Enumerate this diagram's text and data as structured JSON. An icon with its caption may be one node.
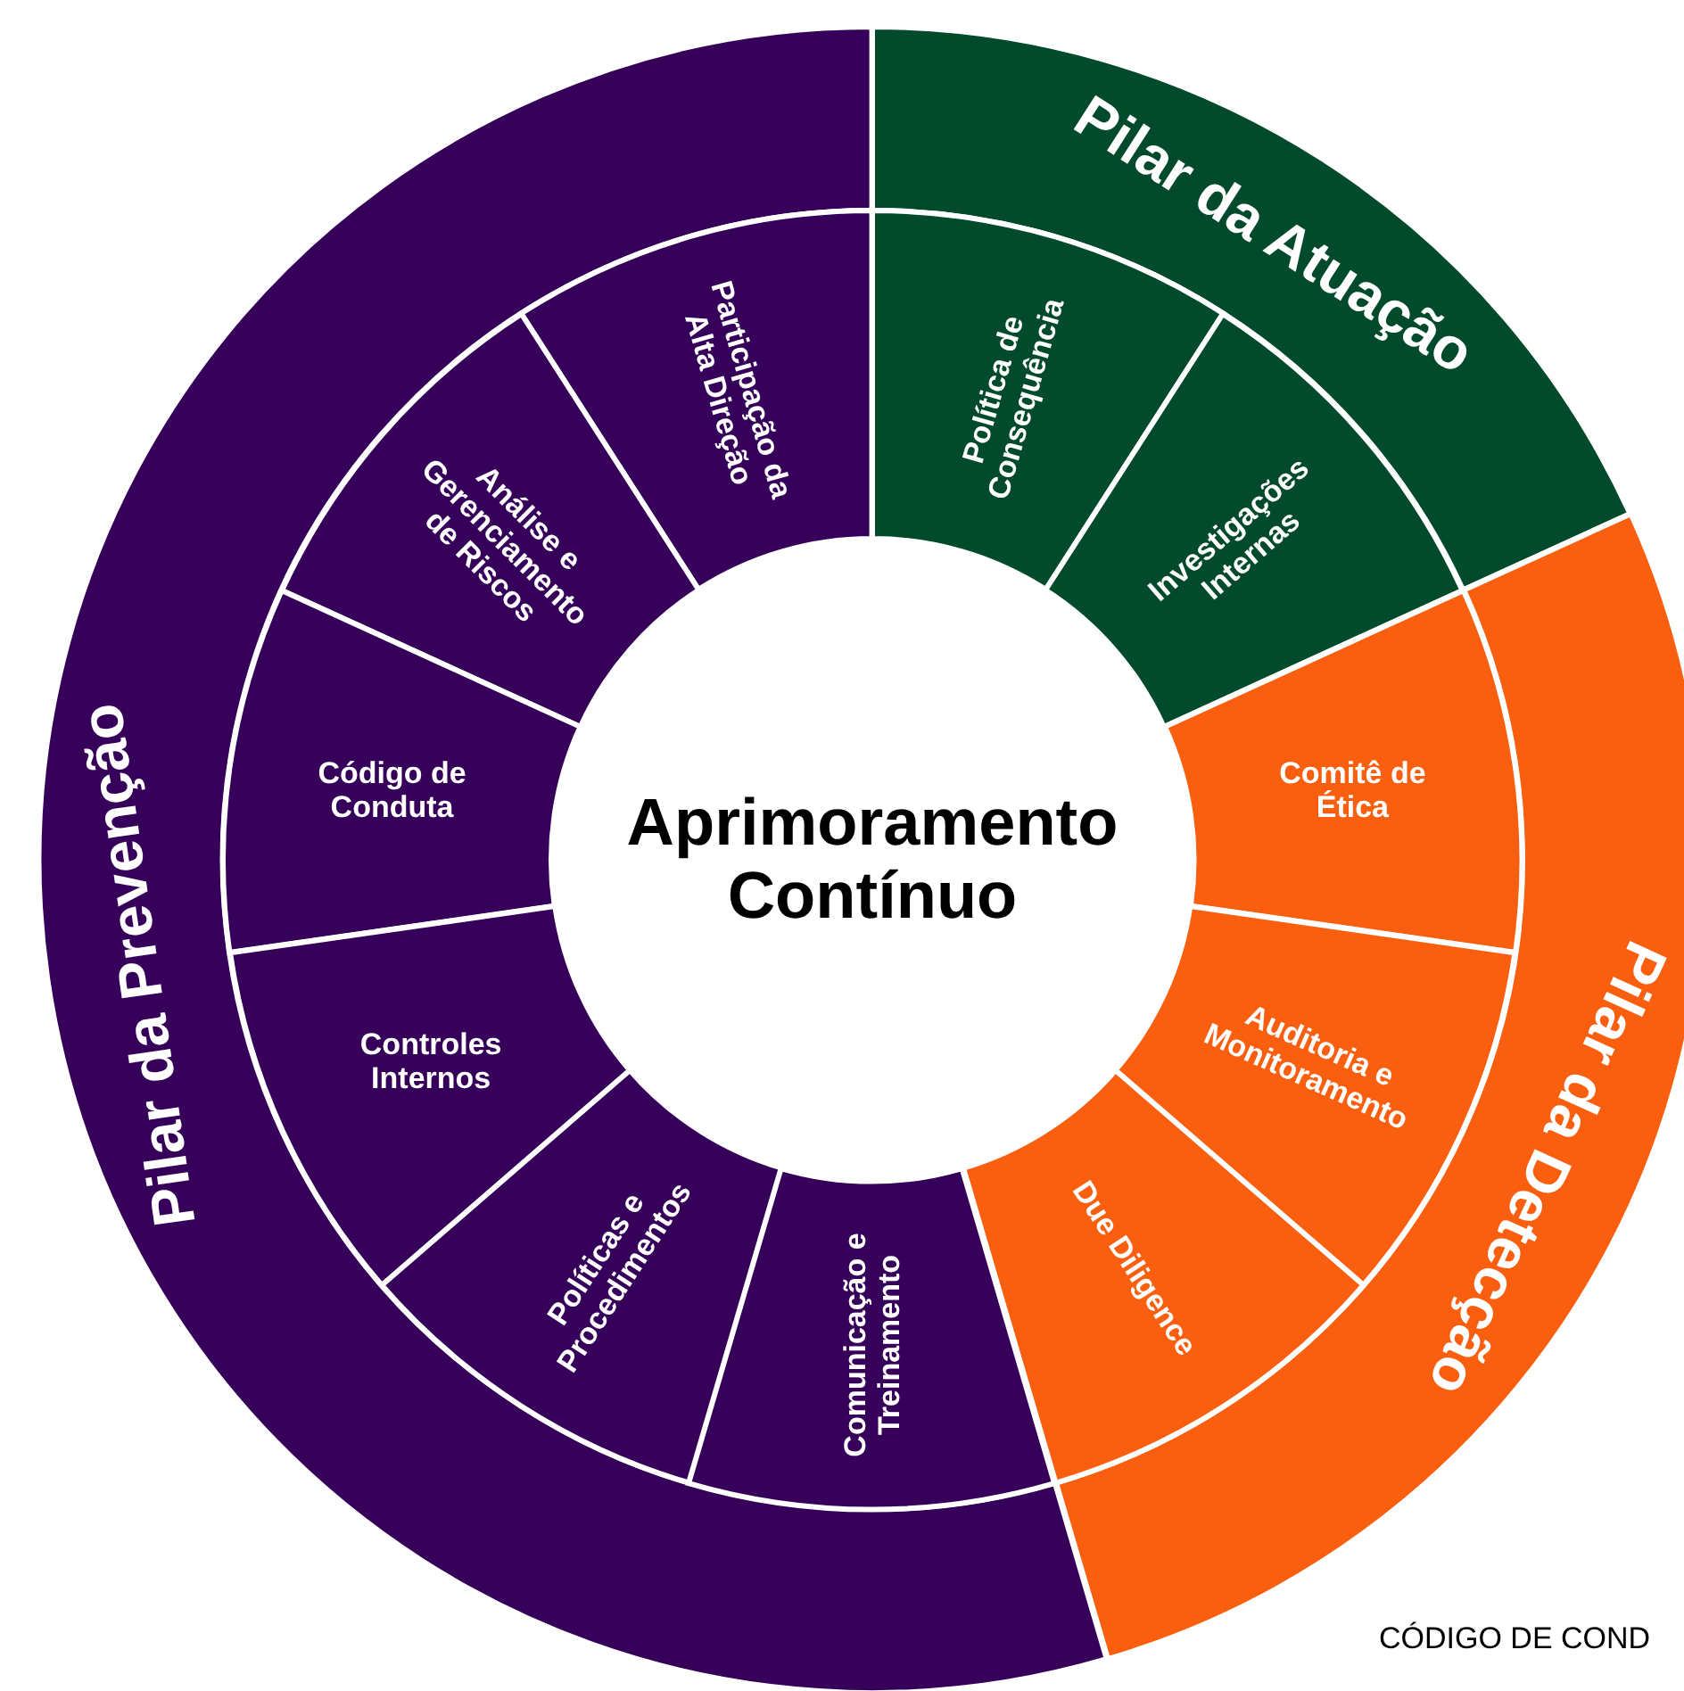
{
  "diagram": {
    "nodes": [
      {
        "text": [
          "Aprimoramento Contínuo"
        ]
      },
      {
        "text": [
          "Pilar da Prevenção"
        ]
      },
      {
        "text": [
          "Participação da Alta Direção"
        ]
      },
      {
        "text": [
          "Análise e Gerenciamento de Riscos"
        ]
      },
      {
        "text": [
          "Código de Conduta"
        ]
      },
      {
        "text": [
          "Controles Internos"
        ]
      },
      {
        "text": [
          "Políticas e Procedimentos"
        ]
      },
      {
        "text": [
          "Comunicação e Treinamento"
        ]
      },
      {
        "text": [
          "Pilar da Atuação"
        ]
      },
      {
        "text": [
          "Política de Consequência"
        ]
      },
      {
        "text": [
          "Investigações Internas"
        ]
      },
      {
        "text": [
          "Pilar da Detecção"
        ]
      },
      {
        "text": [
          "Comitê de Ética"
        ]
      },
      {
        "text": [
          "Auditoria e Monitoramento"
        ]
      },
      {
        "text": [
          "Due Diligence"
        ]
      }
    ],
    "labels": [
      "CÓDIGO DE COND"
    ]
  }
}
